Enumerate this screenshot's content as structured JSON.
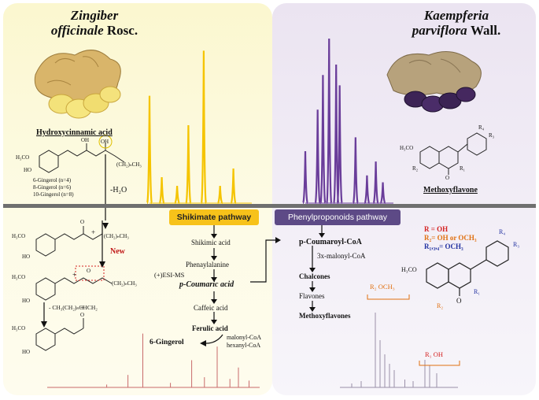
{
  "left_species": {
    "genus": "Zingiber",
    "epithet": "officinale",
    "author": "Rosc."
  },
  "right_species": {
    "genus": "Kaempferia",
    "epithet": "parviflora",
    "author": "Wall."
  },
  "left_class": "Hydroxycinnamic acid",
  "right_class": "Methoxyflavone",
  "gingerol_legend": [
    "6-Gingerol (n=4)",
    "8-Gingerol (n=6)",
    "10-Gingerol (n=8)"
  ],
  "water_loss": "-H₂O",
  "new_label": "New",
  "esi_label": "(+)ESI-MS",
  "ch_loss": "- CH₃(CH₂)ₙCHCH₂",
  "chem_text": {
    "h3co": "H₃CO",
    "ho": "HO",
    "oh": "OH",
    "o": "O",
    "plus": "+",
    "chain": "(CH₂)ₙCH₃",
    "r1": "R₁",
    "r2": "R₂",
    "r3": "R₃",
    "r4": "R₄"
  },
  "pathways": {
    "shikimate": "Shikimate pathway",
    "phenylpropanoid": "Phenylproponoids pathway"
  },
  "shikimate_steps": [
    "Shikimic acid",
    "Phenaylalanine",
    "p-Coumaric acid",
    "Caffeic acid",
    "Ferulic acid"
  ],
  "gingerol_product": "6-Gingerol",
  "cofactors": [
    "malonyl-CoA",
    "hexanyl-CoA"
  ],
  "phenyl_steps": [
    "p-Coumaroyl-CoA",
    "Chalcones",
    "Flavones",
    "Methoxyflavones"
  ],
  "malonyl": "3x-malonyl-CoA",
  "r_legend": [
    {
      "text": "R = OH",
      "color": "#d42020"
    },
    {
      "text": "R₂= OH or OCH₃",
      "color": "#e07010"
    },
    {
      "text": "R₁,₃,₄= OCH₃",
      "color": "#2030a0"
    }
  ],
  "peak_labels": {
    "ms_r2": "R₂ OCH₃",
    "ms_r1": "R₁ OH"
  },
  "colors": {
    "yellow": "#f5c400",
    "purple": "#6a3d9a",
    "shikimate": "#f7c21a",
    "phenylpropanoid": "#5d4a86",
    "red": "#d42020",
    "orange": "#e07010",
    "blue": "#2030a0"
  },
  "chromatograms": {
    "left_hplc": [
      {
        "x": 0.0,
        "h": 0.62
      },
      {
        "x": 0.12,
        "h": 0.15
      },
      {
        "x": 0.27,
        "h": 0.1
      },
      {
        "x": 0.38,
        "h": 0.45
      },
      {
        "x": 0.53,
        "h": 0.88
      },
      {
        "x": 0.69,
        "h": 0.1
      },
      {
        "x": 0.82,
        "h": 0.2
      }
    ],
    "right_hplc": [
      {
        "x": 0.0,
        "h": 0.3
      },
      {
        "x": 0.14,
        "h": 0.54
      },
      {
        "x": 0.2,
        "h": 0.74
      },
      {
        "x": 0.27,
        "h": 0.95
      },
      {
        "x": 0.35,
        "h": 0.8
      },
      {
        "x": 0.39,
        "h": 0.68
      },
      {
        "x": 0.57,
        "h": 0.38
      },
      {
        "x": 0.7,
        "h": 0.16
      },
      {
        "x": 0.8,
        "h": 0.24
      },
      {
        "x": 0.88,
        "h": 0.12
      }
    ],
    "left_ms": [
      {
        "x": 0.28,
        "h": 0.05
      },
      {
        "x": 0.38,
        "h": 0.22
      },
      {
        "x": 0.45,
        "h": 0.95
      },
      {
        "x": 0.58,
        "h": 0.08
      },
      {
        "x": 0.68,
        "h": 0.48
      },
      {
        "x": 0.74,
        "h": 0.18
      },
      {
        "x": 0.8,
        "h": 0.72
      },
      {
        "x": 0.86,
        "h": 0.15
      },
      {
        "x": 0.9,
        "h": 0.35
      },
      {
        "x": 0.95,
        "h": 0.12
      }
    ],
    "right_ms": [
      {
        "x": 0.1,
        "h": 0.05
      },
      {
        "x": 0.18,
        "h": 0.08
      },
      {
        "x": 0.3,
        "h": 0.95
      },
      {
        "x": 0.34,
        "h": 0.6
      },
      {
        "x": 0.38,
        "h": 0.42
      },
      {
        "x": 0.42,
        "h": 0.3
      },
      {
        "x": 0.46,
        "h": 0.22
      },
      {
        "x": 0.55,
        "h": 0.1
      },
      {
        "x": 0.62,
        "h": 0.08
      },
      {
        "x": 0.72,
        "h": 0.35
      },
      {
        "x": 0.76,
        "h": 0.28
      },
      {
        "x": 0.82,
        "h": 0.18
      }
    ]
  }
}
